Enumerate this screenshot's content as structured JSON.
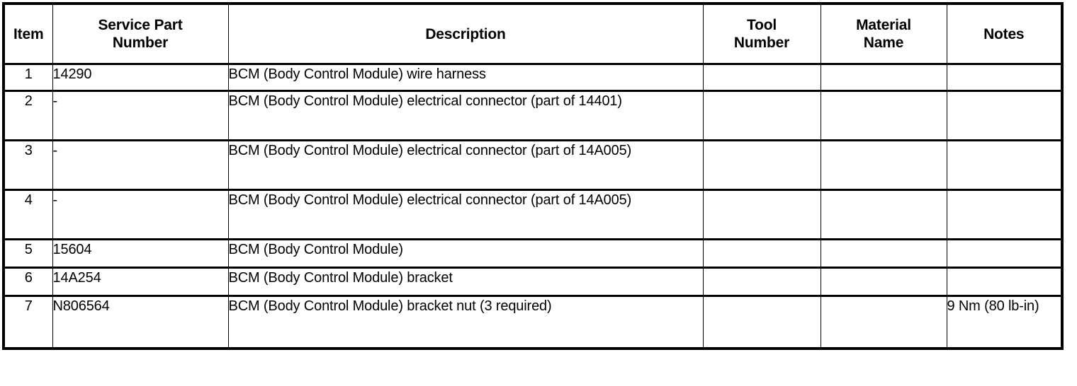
{
  "table": {
    "columns": [
      {
        "key": "item",
        "label": "Item"
      },
      {
        "key": "partnum",
        "label": "Service Part\nNumber",
        "line1": "Service Part",
        "line2": "Number"
      },
      {
        "key": "desc",
        "label": "Description"
      },
      {
        "key": "tool",
        "label": "Tool\nNumber",
        "line1": "Tool",
        "line2": "Number"
      },
      {
        "key": "material",
        "label": "Material\nName",
        "line1": "Material",
        "line2": "Name"
      },
      {
        "key": "notes",
        "label": "Notes"
      }
    ],
    "header": {
      "item": "Item",
      "partnum_line1": "Service Part",
      "partnum_line2": "Number",
      "description": "Description",
      "tool_line1": "Tool",
      "tool_line2": "Number",
      "material_line1": "Material",
      "material_line2": "Name",
      "notes": "Notes"
    },
    "rows": [
      {
        "item": "1",
        "partnum": "14290",
        "description": "BCM (Body Control Module) wire harness",
        "tool": "",
        "material": "",
        "notes": ""
      },
      {
        "item": "2",
        "partnum": "-",
        "description": "BCM (Body Control Module) electrical connector (part of 14401)",
        "tool": "",
        "material": "",
        "notes": ""
      },
      {
        "item": "3",
        "partnum": "-",
        "description": "BCM (Body Control Module) electrical connector (part of 14A005)",
        "tool": "",
        "material": "",
        "notes": ""
      },
      {
        "item": "4",
        "partnum": "-",
        "description": "BCM (Body Control Module) electrical connector (part of 14A005)",
        "tool": "",
        "material": "",
        "notes": ""
      },
      {
        "item": "5",
        "partnum": "15604",
        "description": "BCM (Body Control Module)",
        "tool": "",
        "material": "",
        "notes": ""
      },
      {
        "item": "6",
        "partnum": "14A254",
        "description": "BCM (Body Control Module) bracket",
        "tool": "",
        "material": "",
        "notes": ""
      },
      {
        "item": "7",
        "partnum": "N806564",
        "description": "BCM (Body Control Module) bracket nut (3 required)",
        "tool": "",
        "material": "",
        "notes": "9 Nm (80 lb-in)"
      }
    ]
  },
  "colors": {
    "border": "#000000",
    "text": "#000000",
    "background": "#ffffff"
  }
}
